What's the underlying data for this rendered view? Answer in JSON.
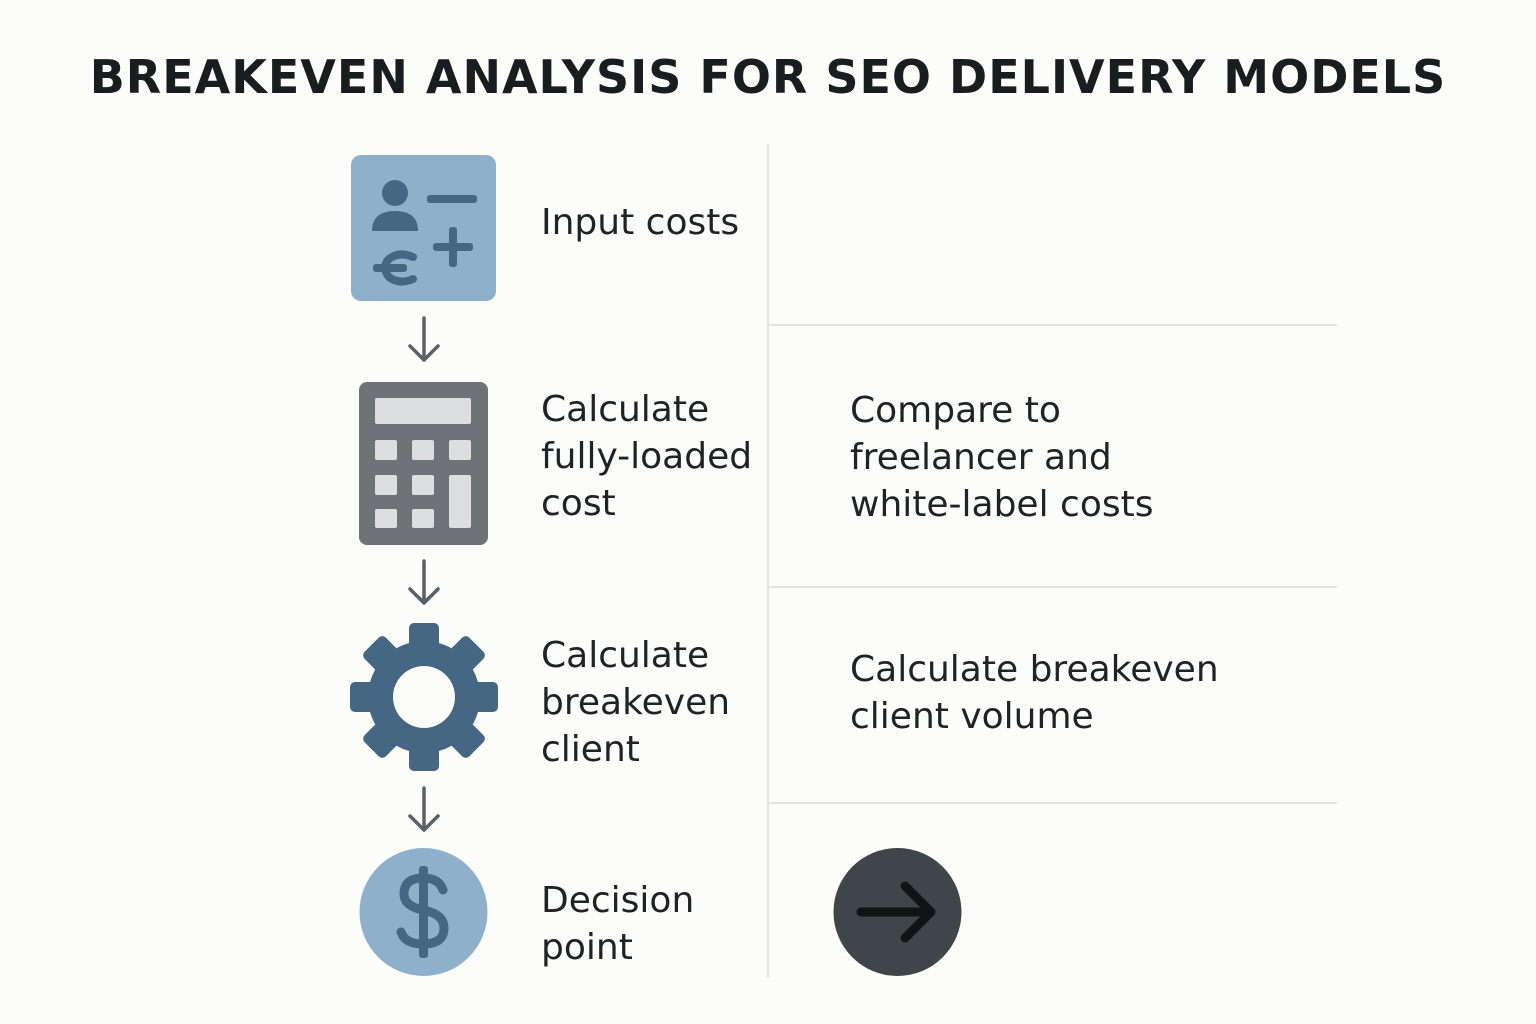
{
  "title": "BREAKEVEN ANALYSIS FOR SEO DELIVERY MODELS",
  "steps": [
    {
      "label": "Input costs",
      "icon": "cost-inputs-icon"
    },
    {
      "label": "Calculate\nfully-loaded\ncost",
      "icon": "calculator-icon"
    },
    {
      "label": "Calculate\nbreakeven\nclient",
      "icon": "gear-icon"
    },
    {
      "label": "Decision\npoint",
      "icon": "dollar-icon"
    }
  ],
  "right": [
    {
      "label": "Compare to\nfreelancer and\nwhite-label costs"
    },
    {
      "label": "Calculate breakeven\nclient volume"
    },
    {
      "icon": "arrow-right-icon"
    }
  ],
  "colors": {
    "light_blue": "#8fb0cb",
    "dark_blue": "#456784",
    "gray": "#6f7377",
    "dark_gray": "#3f4549",
    "divider": "#e3e4e4"
  }
}
